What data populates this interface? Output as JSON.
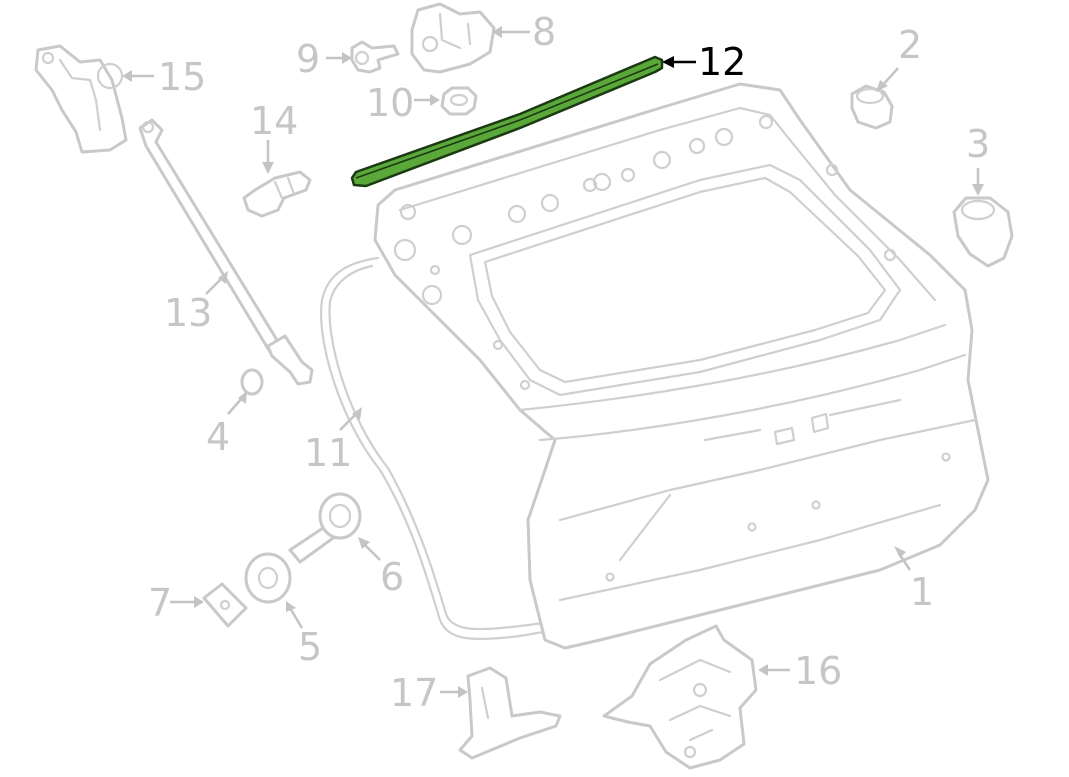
{
  "diagram": {
    "highlighted_part": "12",
    "highlight_color": "#5aa83a",
    "highlight_outline_color": "#1c3a12",
    "line_color": "#c9c9c9",
    "label_color": "#c6c6c6",
    "active_label_color": "#000000",
    "callouts": {
      "c1": "1",
      "c2": "2",
      "c3": "3",
      "c4": "4",
      "c5": "5",
      "c6": "6",
      "c7": "7",
      "c8": "8",
      "c9": "9",
      "c10": "10",
      "c11": "11",
      "c12": "12",
      "c13": "13",
      "c14": "14",
      "c15": "15",
      "c16": "16",
      "c17": "17"
    }
  }
}
